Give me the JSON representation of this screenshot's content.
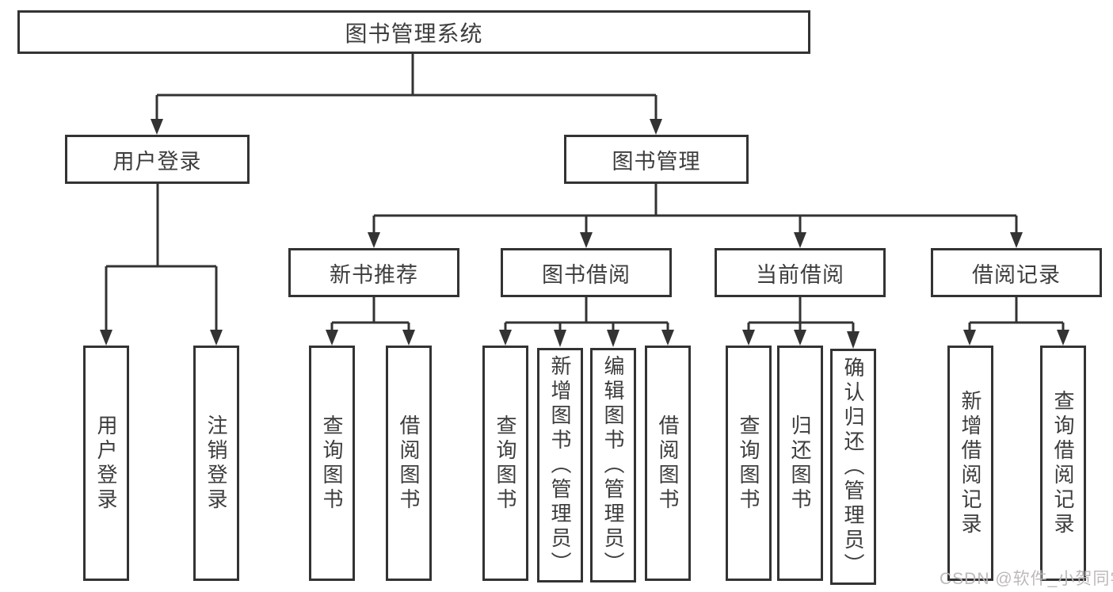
{
  "title": {
    "label": "图书管理系统"
  },
  "userLogin": {
    "label": "用户登录",
    "children": [
      "用户登录",
      "注销登录"
    ]
  },
  "bookMgmt": {
    "label": "图书管理"
  },
  "sections": [
    {
      "label": "新书推荐",
      "children": [
        "查询图书",
        "借阅图书"
      ]
    },
    {
      "label": "图书借阅",
      "children": [
        "查询图书",
        "新增图书（管理员）",
        "编辑图书（管理员）",
        "借阅图书"
      ]
    },
    {
      "label": "当前借阅",
      "children": [
        "查询图书",
        "归还图书",
        "确认归还（管理员）"
      ]
    },
    {
      "label": "借阅记录",
      "children": [
        "新增借阅记录",
        "查询借阅记录"
      ]
    }
  ],
  "watermark": {
    "text": "CSDN @软件_小贺同学"
  },
  "colors": {
    "line": "#333333",
    "box_border": "#333333",
    "text": "#3d3d3d",
    "watermark": "#bab5b5",
    "background": "#ffffff"
  }
}
